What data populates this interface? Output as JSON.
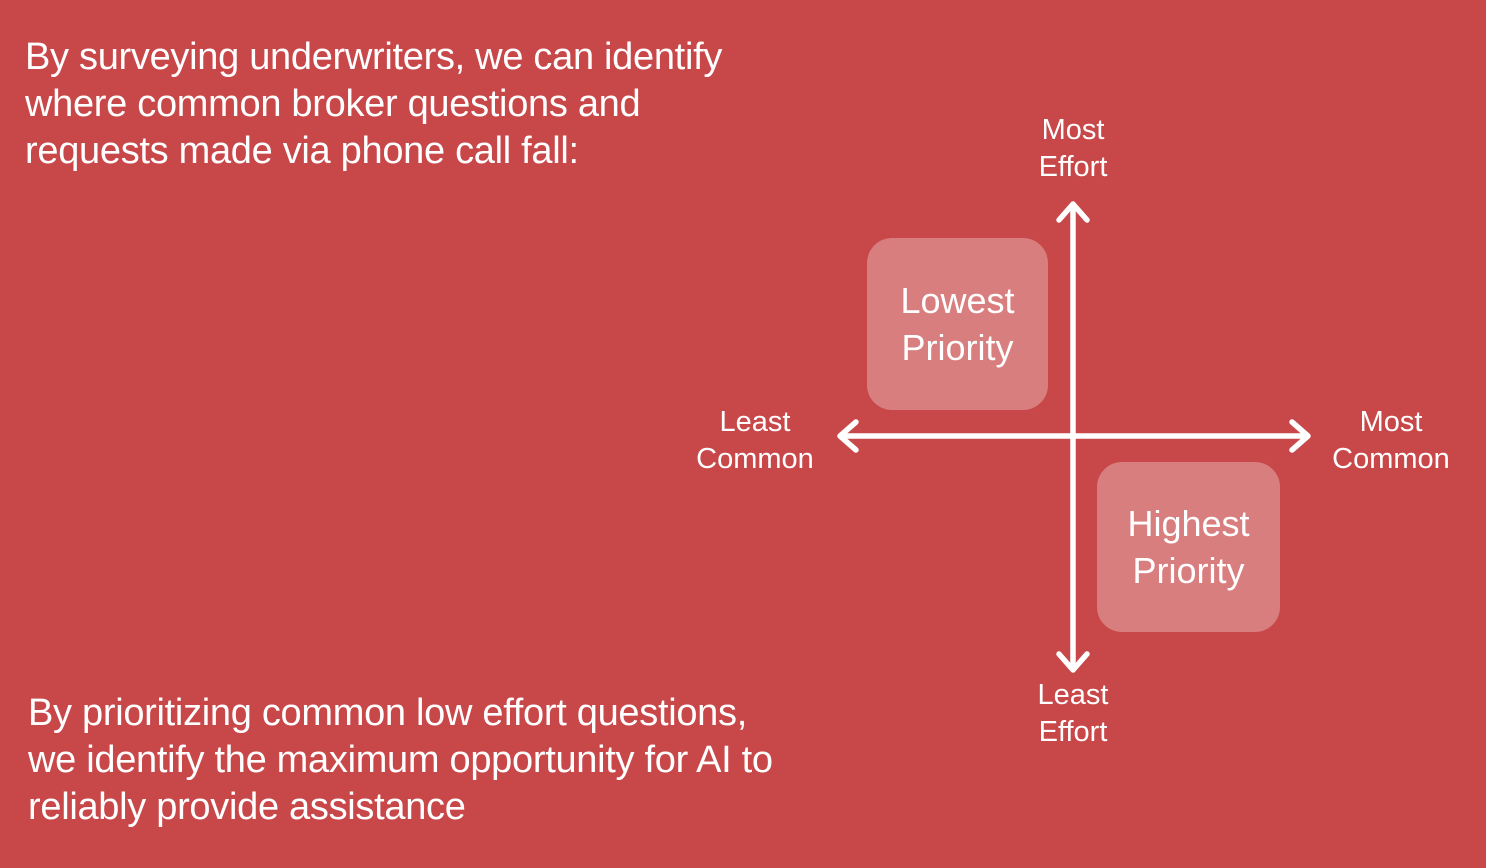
{
  "colors": {
    "background": "#C84749",
    "quadrant_box": "#D97E7F",
    "text": "#FFFFFF"
  },
  "intro_paragraph": {
    "lines": [
      "By surveying underwriters, we can identify",
      "where common broker questions and",
      "requests made via phone call fall:"
    ]
  },
  "conclusion_paragraph": {
    "lines": [
      "By prioritizing common low effort questions,",
      "we identify the maximum opportunity for AI to",
      "reliably provide assistance"
    ]
  },
  "matrix": {
    "y_axis": {
      "top_label": {
        "lines": [
          "Most",
          "Effort"
        ]
      },
      "bottom_label": {
        "lines": [
          "Least",
          "Effort"
        ]
      }
    },
    "x_axis": {
      "left_label": {
        "lines": [
          "Least",
          "Common"
        ]
      },
      "right_label": {
        "lines": [
          "Most",
          "Common"
        ]
      }
    },
    "quadrants": {
      "top_left": {
        "lines": [
          "Lowest",
          "Priority"
        ]
      },
      "bottom_right": {
        "lines": [
          "Highest",
          "Priority"
        ]
      }
    },
    "arrows": {
      "vertical": "double-headed-arrow-vertical",
      "horizontal": "double-headed-arrow-horizontal"
    }
  }
}
